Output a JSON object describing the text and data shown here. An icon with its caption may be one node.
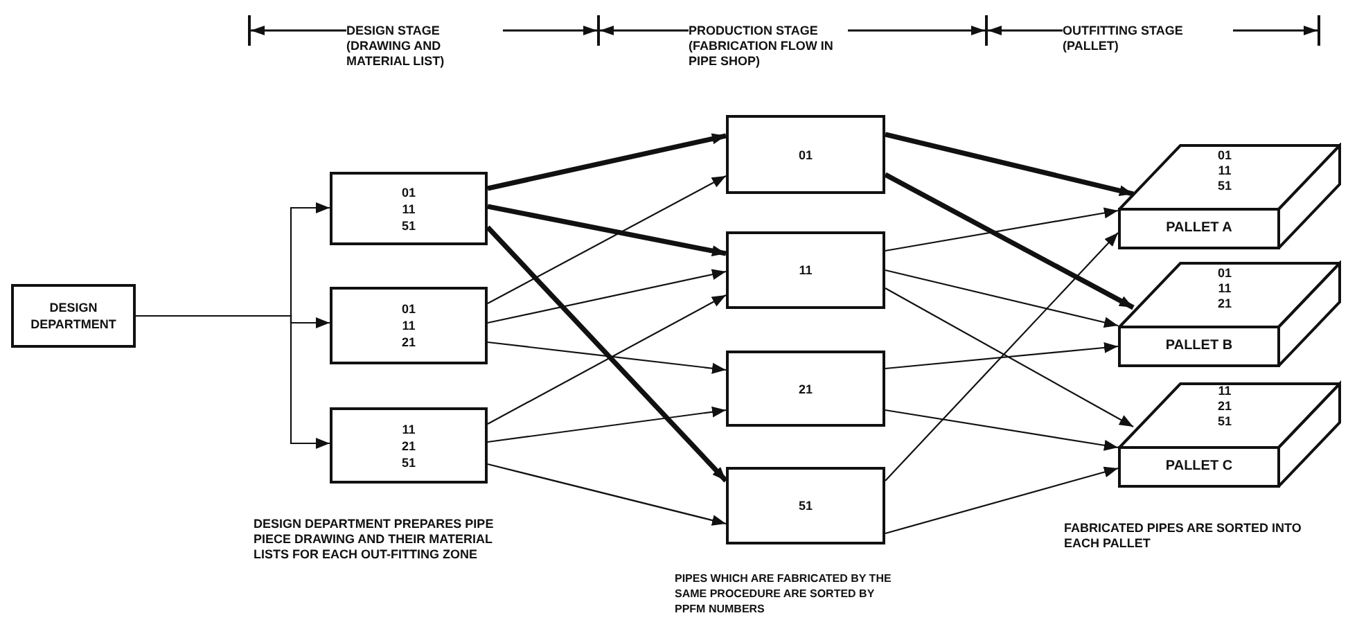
{
  "diagram": {
    "nodes": [
      {
        "text": [
          "DESIGN DEPARTMENT"
        ]
      },
      {
        "text": [
          "01 11 51"
        ]
      },
      {
        "text": [
          "01 11 21"
        ]
      },
      {
        "text": [
          "11 21 51"
        ]
      },
      {
        "text": [
          "01"
        ]
      },
      {
        "text": [
          "11"
        ]
      },
      {
        "text": [
          "21"
        ]
      },
      {
        "text": [
          "51"
        ]
      },
      {
        "text": [
          "01 11 51",
          "PALLET A"
        ]
      },
      {
        "text": [
          "01 11 21",
          "PALLET B"
        ]
      },
      {
        "text": [
          "11 21 51",
          "PALLET C"
        ]
      }
    ],
    "edges": [
      {
        "from": 0,
        "to": 1,
        "arrow": "to"
      },
      {
        "from": 0,
        "to": 2,
        "arrow": "to"
      },
      {
        "from": 0,
        "to": 3,
        "arrow": "to"
      },
      {
        "from": 1,
        "to": 4,
        "arrow": "to",
        "style": "thick"
      },
      {
        "from": 1,
        "to": 5,
        "arrow": "to",
        "style": "thick"
      },
      {
        "from": 1,
        "to": 7,
        "arrow": "to",
        "style": "thick"
      },
      {
        "from": 2,
        "to": 4,
        "arrow": "to"
      },
      {
        "from": 2,
        "to": 5,
        "arrow": "to"
      },
      {
        "from": 2,
        "to": 6,
        "arrow": "to"
      },
      {
        "from": 3,
        "to": 5,
        "arrow": "to"
      },
      {
        "from": 3,
        "to": 6,
        "arrow": "to"
      },
      {
        "from": 3,
        "to": 7,
        "arrow": "to"
      },
      {
        "from": 4,
        "to": 8,
        "arrow": "to",
        "style": "thick"
      },
      {
        "from": 4,
        "to": 9,
        "arrow": "to",
        "style": "thick"
      },
      {
        "from": 5,
        "to": 8,
        "arrow": "to"
      },
      {
        "from": 5,
        "to": 9,
        "arrow": "to"
      },
      {
        "from": 5,
        "to": 10,
        "arrow": "to"
      },
      {
        "from": 6,
        "to": 9,
        "arrow": "to"
      },
      {
        "from": 6,
        "to": 10,
        "arrow": "to"
      },
      {
        "from": 7,
        "to": 8,
        "arrow": "to"
      },
      {
        "from": 7,
        "to": 10,
        "arrow": "to"
      }
    ],
    "labels": [
      "DESIGN STAGE (DRAWING AND MATERIAL LIST)",
      "PRODUCTION STAGE (FABRICATION FLOW IN PIPE SHOP)",
      "OUTFITTING STAGE (PALLET)",
      "DESIGN DEPARTMENT PREPARES PIPE PIECE DRAWING AND THEIR MATERIAL LISTS FOR EACH OUT-FITTING ZONE",
      "PIPES WHICH ARE FABRICATED BY THE SAME PROCEDURE ARE SORTED BY PPFM NUMBERS",
      "FABRICATED PIPES ARE SORTED INTO EACH PALLET"
    ]
  }
}
